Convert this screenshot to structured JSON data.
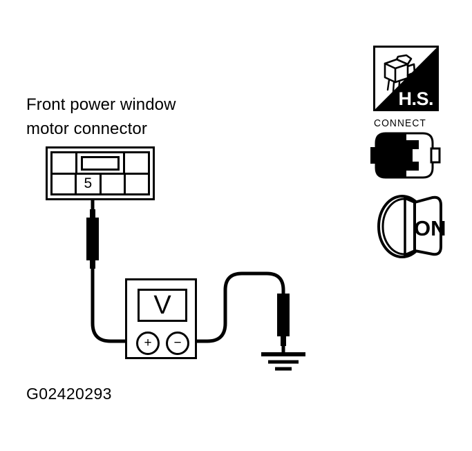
{
  "diagram": {
    "title_lines": [
      "Front power window",
      "motor connector"
    ],
    "caption": "G02420293",
    "connector": {
      "pin_label": "5",
      "top_cells": [
        "",
        "",
        ""
      ],
      "bottom_cells": [
        "",
        "5",
        "",
        ""
      ]
    },
    "voltmeter": {
      "display": "V",
      "positive_terminal": "+",
      "negative_terminal": "−"
    },
    "icons": {
      "hs_badge": {
        "label": "H.S.",
        "glyph_name": "hand-scanner-icon"
      },
      "connect": {
        "label": "CONNECT",
        "glyph_name": "connector-plug-icon"
      },
      "ignition": {
        "label": "ON",
        "glyph_name": "ignition-key-on-icon"
      }
    },
    "colors": {
      "ink": "#000000",
      "paper": "#ffffff"
    }
  }
}
